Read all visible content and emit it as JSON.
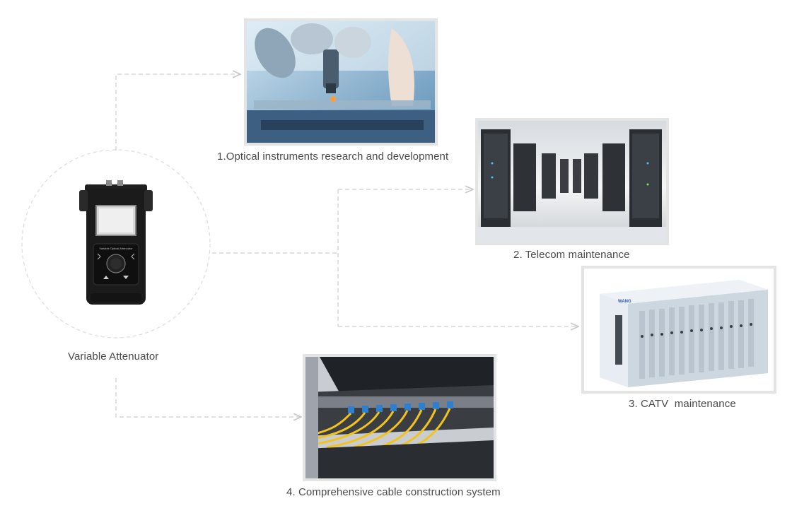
{
  "device": {
    "label": "Variable Attenuator",
    "screen_text": "Variable Optical Attenuator"
  },
  "applications": [
    {
      "caption": "1.Optical instruments research and development"
    },
    {
      "caption": "2. Telecom maintenance"
    },
    {
      "caption": "3. CATV  maintenance",
      "brand": "WANG"
    },
    {
      "caption": "4. Comprehensive cable construction system"
    }
  ],
  "colors": {
    "connector": "#cfcfcf",
    "frame": "#e4e4e4",
    "text": "#4a4a4a",
    "fiber": "#f2c31b",
    "connector_blue": "#2f7fd0"
  }
}
